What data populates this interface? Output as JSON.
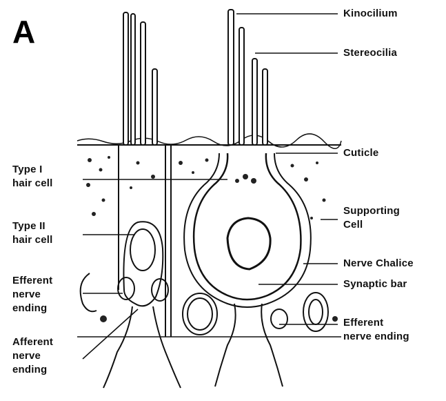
{
  "panel_letter": "A",
  "labels": {
    "kinocilium": "Kinocilium",
    "stereocilia": "Stereocilia",
    "cuticle": "Cuticle",
    "type1": [
      "Type I",
      "hair cell"
    ],
    "type2": [
      "Type II",
      "hair cell"
    ],
    "efferent_left": [
      "Efferent",
      "nerve",
      "ending"
    ],
    "afferent": [
      "Afferent",
      "nerve",
      "ending"
    ],
    "supporting": [
      "Supporting",
      "Cell"
    ],
    "nerve_chalice": "Nerve Chalice",
    "synaptic_bar": "Synaptic bar",
    "efferent_right": [
      "Efferent",
      "nerve ending"
    ]
  }
}
